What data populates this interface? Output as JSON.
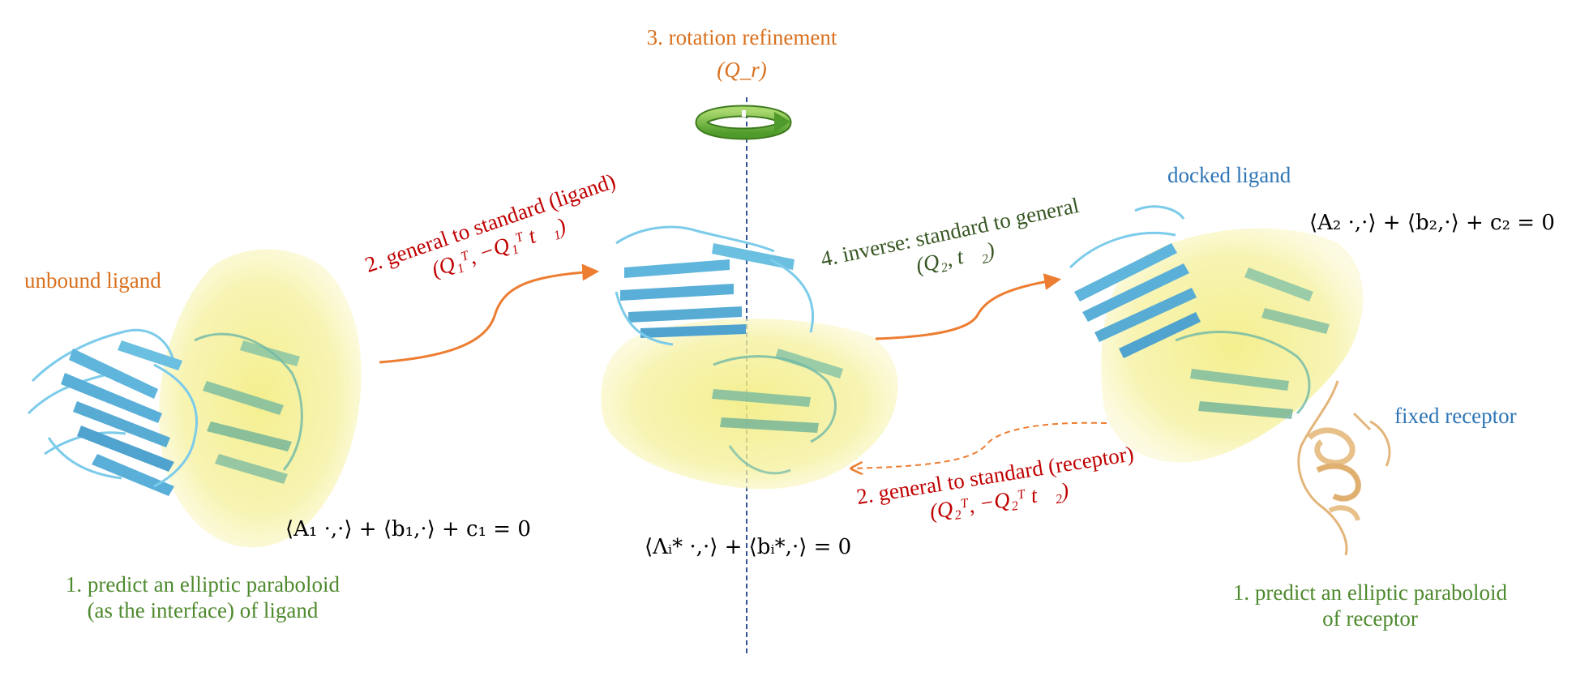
{
  "colors": {
    "orange_text": "#D9701E",
    "red_text": "#C00000",
    "green_text": "#4E8A2E",
    "dark_green_text": "#375623",
    "blue_text": "#2E75B6",
    "arrow_orange": "#ED7D31",
    "axis_blue": "#2F5597",
    "paraboloid_yellow": "#F4EE8A",
    "protein_blue": "#6BBFE0",
    "protein_teal": "#5FB3A8",
    "receptor_tan": "#E8C08A",
    "rotation_green": "#6CB33F"
  },
  "labels": {
    "rotation_title": "3. rotation refinement",
    "rotation_symbol": "(Q_r)",
    "unbound_ligand": "unbound ligand",
    "step2_ligand_line1": "2. general to standard (ligand)",
    "step2_ligand_line2": "(Q₁ᵀ, −Q₁ᵀ t⃗₁)",
    "step4_line1": "4. inverse: standard to general",
    "step4_line2": "(Q₂, t⃗₂)",
    "docked_ligand": "docked ligand",
    "fixed_receptor": "fixed receptor",
    "step2_receptor_line1": "2. general to standard (receptor)",
    "step2_receptor_line2": "(Q₂ᵀ, −Q₂ᵀ t⃗₂)",
    "step1_ligand_line1": "1. predict an elliptic paraboloid",
    "step1_ligand_line2": "(as the interface) of ligand",
    "step1_receptor_line1": "1. predict an elliptic paraboloid",
    "step1_receptor_line2": "of receptor"
  },
  "equations": {
    "ligand": "⟨A₁ ·,·⟩ + ⟨b₁,·⟩ + c₁ = 0",
    "standard": "⟨Λᵢ* ·,·⟩ + ⟨bᵢ*,·⟩ = 0",
    "receptor": "⟨A₂ ·,·⟩ + ⟨b₂,·⟩ + c₂ = 0"
  },
  "icons": {
    "rotation": "curved-rotation-arrow-icon",
    "proteins": "protein-ribbon-icon"
  }
}
